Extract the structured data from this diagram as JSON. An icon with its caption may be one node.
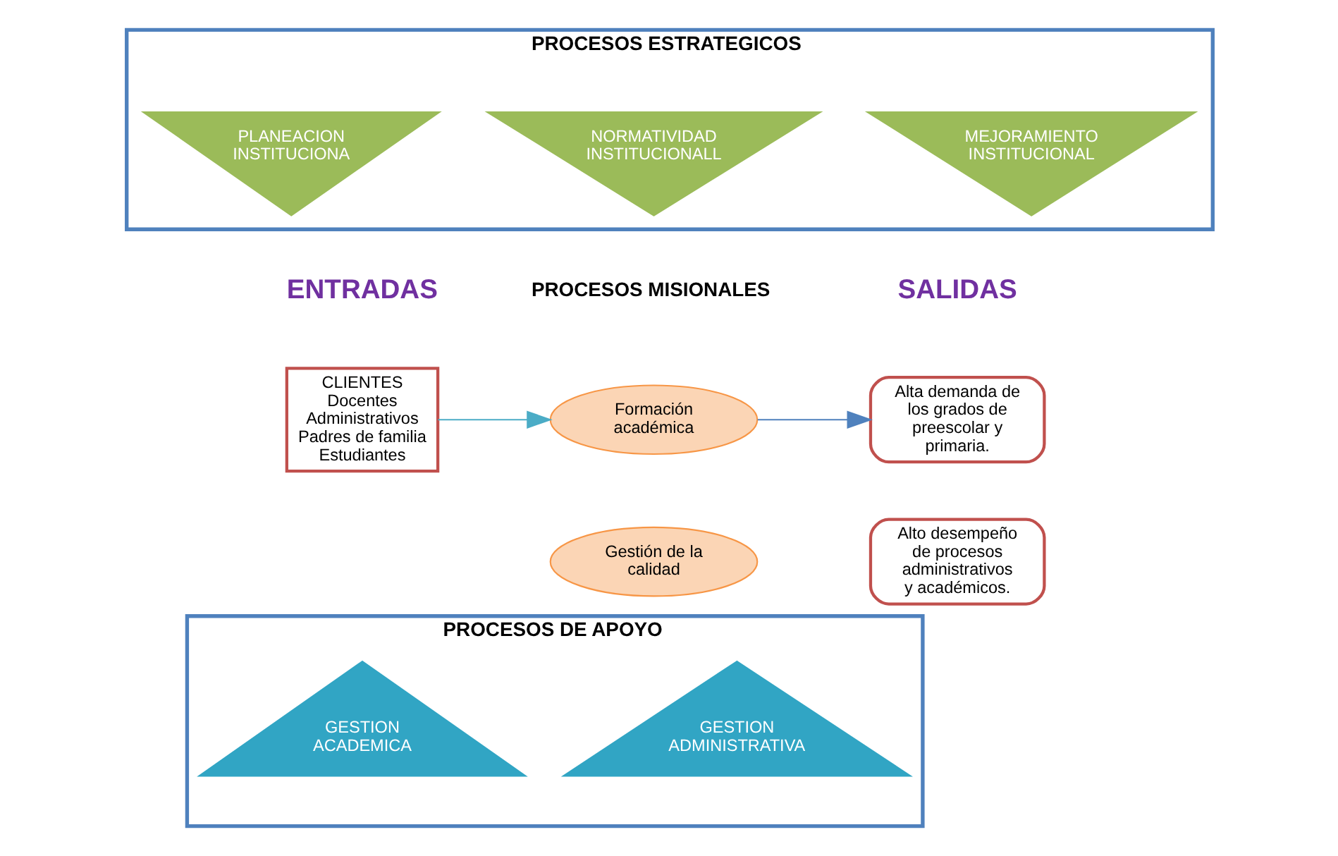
{
  "diagram": {
    "nodes": [
      {
        "text": [
          "PROCESOS ESTRATEGICOS"
        ]
      },
      {
        "text": [
          "PLANEACION INSTITUCIONA"
        ],
        "in": 0
      },
      {
        "text": [
          "NORMATIVIDAD INSTITUCIONALL"
        ],
        "in": 0
      },
      {
        "text": [
          "MEJORAMIENTO INSTITUCIONAL"
        ],
        "in": 0
      },
      {
        "text": [
          "CLIENTES",
          "Docentes",
          "Administrativos",
          "Padres de familia",
          "Estudiantes"
        ]
      },
      {
        "text": [
          "Formación académica"
        ]
      },
      {
        "text": [
          "Gestión de la calidad"
        ]
      },
      {
        "text": [
          "Alta demanda de los grados de preescolar y primaria."
        ]
      },
      {
        "text": [
          "Alto desempeño de procesos administrativos y académicos."
        ]
      },
      {
        "text": [
          "PROCESOS DE APOYO"
        ]
      },
      {
        "text": [
          "GESTION ACADEMICA"
        ],
        "in": 9
      },
      {
        "text": [
          "GESTION ADMINISTRATIVA"
        ],
        "in": 9
      }
    ],
    "edges": [
      {
        "from": 4,
        "to": 5,
        "arrow": "to",
        "color": "#4bacc6"
      },
      {
        "from": 5,
        "to": 7,
        "arrow": "to",
        "color": "#4f81bd"
      }
    ],
    "labels": [
      "ENTRADAS",
      "PROCESOS MISIONALES",
      "SALIDAS"
    ]
  }
}
